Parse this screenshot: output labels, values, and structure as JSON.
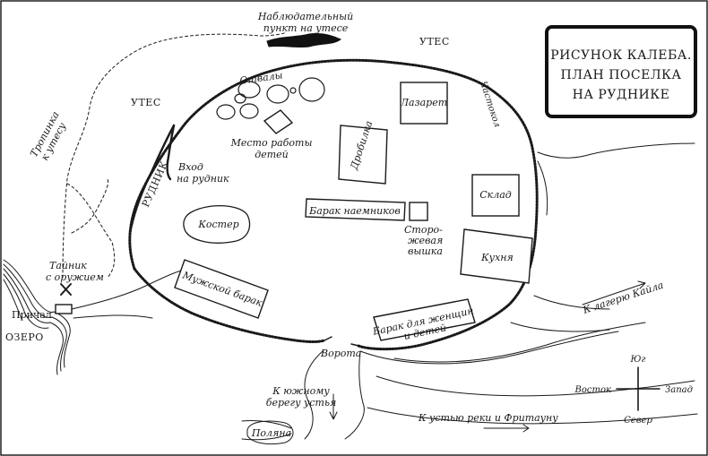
{
  "title_box": {
    "line1": "РИСУНОК КАЛЕБА.",
    "line2": "ПЛАН ПОСЕЛКА",
    "line3": "НА РУДНИКЕ"
  },
  "labels": {
    "observation_point_1": "Наблюдательный",
    "observation_point_2": "пункт на утесе",
    "cliff_right": "УТЕС",
    "cliff_left": "УТЕС",
    "cliff_path_1": "Тропинка",
    "cliff_path_2": "к утесу",
    "dumps": "Отвалы",
    "children_work_1": "Место работы",
    "children_work_2": "детей",
    "infirmary": "Лазарет",
    "palisade": "Частокол",
    "crusher": "Дробилка",
    "warehouse": "Склад",
    "mine": "РУДНИК",
    "mine_entrance_1": "Вход",
    "mine_entrance_2": "на рудник",
    "bonfire": "Костер",
    "mercenaries_barracks": "Барак наемников",
    "watchtower_1": "Сторо-",
    "watchtower_2": "жевая",
    "watchtower_3": "вышка",
    "kitchen": "Кухня",
    "cache_1": "Тайник",
    "cache_2": "с оружием",
    "mens_barracks": "Мужской барак",
    "pier": "Причал",
    "lake": "ОЗЕРО",
    "women_barracks_1": "Барак для женщин",
    "women_barracks_2": "и детей",
    "gate": "Ворота",
    "to_kyle_camp": "К лагерю Кайла",
    "to_south_shore_1": "К южному",
    "to_south_shore_2": "берегу устья",
    "to_river_mouth": "К устью реки и Фритауну",
    "clearing": "Поляна"
  },
  "compass": {
    "north_top": "Юг",
    "south_bottom": "Север",
    "west_left": "Восток",
    "east_right": "Запад"
  }
}
